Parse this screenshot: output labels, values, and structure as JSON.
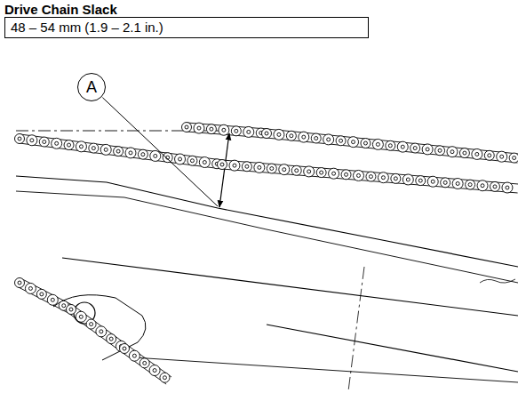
{
  "diagram": {
    "nodes": [
      {
        "text": [
          "Drive Chain Slack",
          "48 – 54 mm (1.9 – 2.1 in.)"
        ]
      },
      {
        "text": [
          "A"
        ]
      }
    ]
  }
}
